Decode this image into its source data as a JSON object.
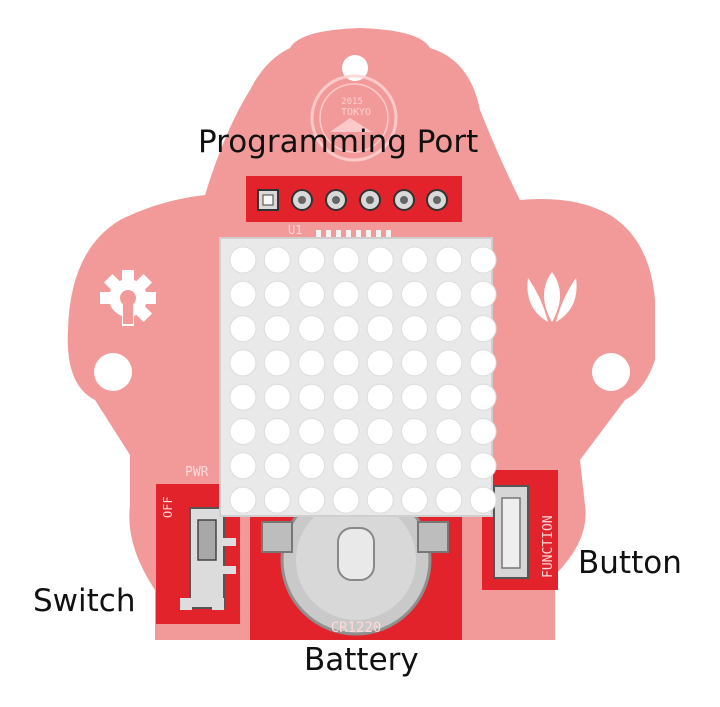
{
  "labels": {
    "programming_port": "Programming Port",
    "button": "Button",
    "switch": "Switch",
    "battery": "Battery"
  },
  "silkscreen": {
    "header_ref": "U1",
    "power_label": "PWR",
    "off_label": "OFF",
    "function_label": "FUNCTION",
    "battery_model": "CR1220",
    "logo_year": "2015",
    "logo_city": "TOKYO"
  },
  "matrix": {
    "rows": 8,
    "cols": 8
  },
  "colors": {
    "board": "#f29a9a",
    "pad_red": "#e2232b",
    "matrix": "#e9e9e9",
    "led": "#ffffff"
  }
}
